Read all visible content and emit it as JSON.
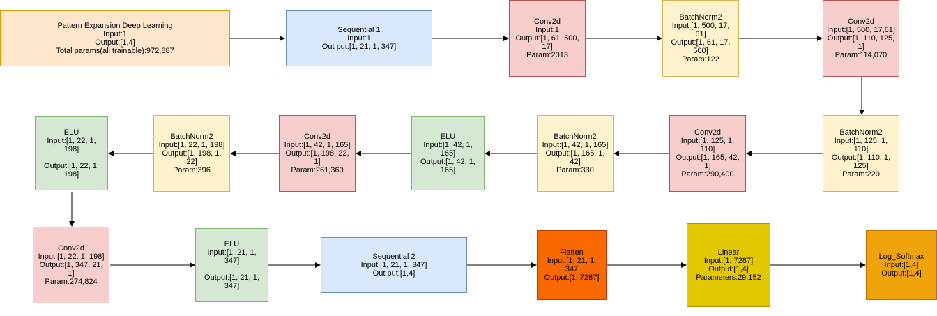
{
  "nodes": {
    "pattern": [
      "Pattern Expansion Deep Learning",
      "Input:1",
      "Output:[1,4]",
      "Total params(all trainable):972,887"
    ],
    "seq1": [
      "Sequential 1",
      "Input:1",
      "Out put:[1, 21, 1, 347]"
    ],
    "conv1": [
      "Conv2d",
      "Input:1",
      "Output:[1, 61, 500,",
      "17]",
      "Param:2013"
    ],
    "bn1": [
      "BatchNorm2",
      "Input:[1, 500, 17,",
      "61]",
      "Output:[1, 61, 17,",
      "500]",
      "Param:122"
    ],
    "conv2": [
      "Conv2d",
      "Input:[1, 500, 17,61]",
      "Output:[1, 110, 125,",
      "1]",
      "Param:114,070"
    ],
    "bn2": [
      "BatchNorm2",
      "Input:[1, 125, 1,",
      "110]",
      "Output:[1, 110, 1,",
      "125]",
      "Param:220"
    ],
    "conv3": [
      "Conv2d",
      "Input:[1, 125, 1,",
      "110]",
      "Output:[1, 165, 42,",
      "1]",
      "Param:290,400"
    ],
    "bn3": [
      "BatchNorm2",
      "Input:[1, 42, 1, 165]",
      "Output:[1, 165, 1,",
      "42]",
      "Param:330"
    ],
    "elu1": [
      "ELU",
      "Input:[1, 42, 1,",
      "165]",
      "Output:[1, 42, 1,",
      "165]"
    ],
    "conv4": [
      "Conv2d",
      "Input:[1, 42, 1, 165]",
      "Output:[1, 198, 22,",
      "1]",
      "Param:261,360"
    ],
    "bn4": [
      "BatchNorm2",
      "Input:[1, 22, 1, 198]",
      "Output:[1, 198, 1,",
      "22]",
      "Param:396"
    ],
    "elu2": [
      "ELU",
      "Input:[1, 22, 1,",
      "198]",
      "",
      "Output:[1, 22, 1,",
      "198]"
    ],
    "conv5": [
      "Conv2d",
      "Input:[1, 22, 1, 198]",
      "Output:[1, 347, 21,",
      "1]",
      "Param:274,824"
    ],
    "elu3": [
      "ELU",
      "Input:[1, 21, 1,",
      "347]",
      "",
      "Output:[1, 21, 1,",
      "347]"
    ],
    "seq2": [
      "Sequential 2",
      "Input:[1, 21, 1, 347]",
      "Out put:[1,4]"
    ],
    "flatten": [
      "Flatten",
      "Input:[1, 21, 1,",
      "347",
      "Output:[1, 7287]"
    ],
    "linear": [
      "Linear",
      "Input:[1, 7287]",
      "Output:[1,4]",
      "Parameters:29,152"
    ],
    "logsoftmax": [
      "Log_Softmax",
      "Input:[1,4]",
      "Output:[1,4]"
    ]
  },
  "colors": {
    "arrow": "#000000",
    "orange_light": "#ffe6cc",
    "blue": "#dae8fc",
    "red": "#f8cecc",
    "yellow": "#fff2cc",
    "green": "#d5e8d4",
    "flatten": "#fa6800",
    "linear": "#e3c800",
    "log_softmax": "#f0a30a"
  }
}
